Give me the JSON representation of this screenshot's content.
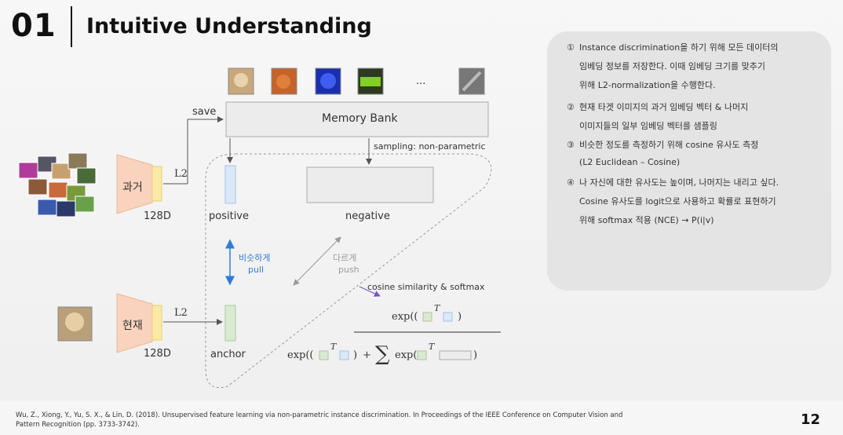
{
  "header": {
    "number": "01",
    "title": "Intuitive Understanding"
  },
  "diagram": {
    "save": "save",
    "memory_bank": "Memory Bank",
    "sampling": "sampling: non-parametric",
    "ellipsis": "...",
    "past": "과거",
    "l2_top": "L2",
    "dim_top": "128D",
    "present": "현재",
    "l2_bottom": "L2",
    "dim_bottom": "128D",
    "positive": "positive",
    "negative": "negative",
    "anchor": "anchor",
    "pull_ko": "비슷하게",
    "pull": "pull",
    "push_ko": "다르게",
    "push": "push",
    "cos_sim": "cosine similarity & softmax",
    "exp_num": "exp((",
    "exp_den": "exp((",
    "sup_t": "T",
    "plus": "+",
    "sum": "∑",
    "exp2": "exp(",
    "close_num": ")",
    "close_den1": ")",
    "close_den2": ")"
  },
  "colors": {
    "encoder_fill": "#f9d3bd",
    "embed_fill": "#fbe9a6",
    "positive_fill": "#dbe8f7",
    "anchor_fill": "#dbe9d2",
    "pull_arrow": "#2f7dd3",
    "memory_bank_fill": "#ececec"
  },
  "notes": [
    {
      "marker": "①",
      "lines": [
        "Instance discrimination을 하기 위해 모든 데이터의",
        "임베딩 정보를 저장한다. 이때 임베딩 크기를 맞추기",
        "위해 L2-normalization을 수행한다."
      ]
    },
    {
      "marker": "②",
      "lines": [
        "현재 타겟 이미지의 과거 임베딩 벡터 & 나머지",
        "이미지들의 일부 임베딩 벡터를 샘플링"
      ]
    },
    {
      "marker": "③",
      "lines": [
        "비슷한 정도를 측정하기 위해 cosine 유사도 측정",
        "(L2 Euclidean – Cosine)"
      ]
    },
    {
      "marker": "④",
      "lines": [
        "나 자신에 대한 유사도는 높이며, 나머지는 내리고 싶다.",
        "Cosine 유사도를 logit으로 사용하고 확률로 표현하기",
        "위해 softmax 적용 (NCE) → P(i|v)"
      ]
    }
  ],
  "footer": {
    "reference_line1": "Wu, Z., Xiong, Y., Yu, S. X., & Lin, D. (2018). Unsupervised feature learning via non-parametric instance discrimination. In Proceedings of the IEEE Conference on Computer Vision and",
    "reference_line2": "Pattern Recognition (pp. 3733-3742).",
    "page_number": "12"
  }
}
